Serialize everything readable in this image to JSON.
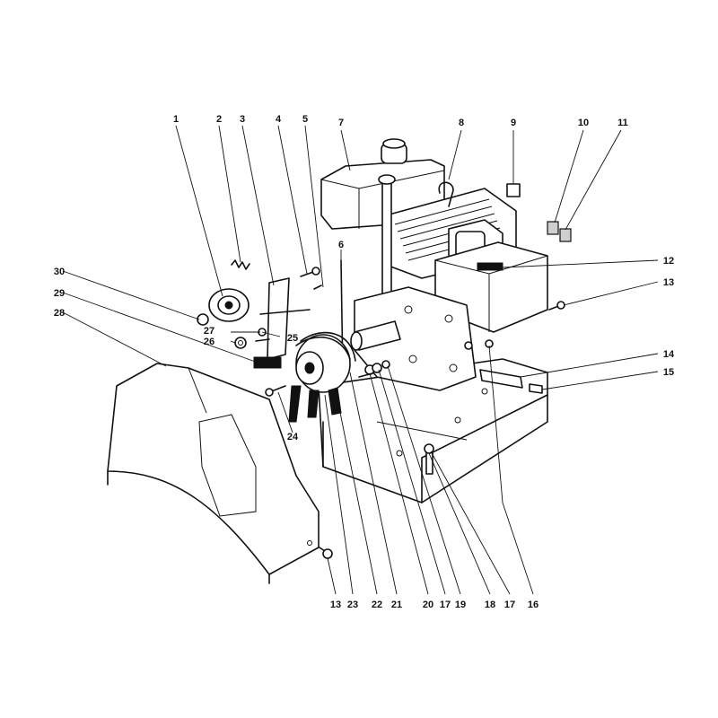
{
  "callouts": [
    {
      "id": "c1",
      "text": "1"
    },
    {
      "id": "c2",
      "text": "2"
    },
    {
      "id": "c3",
      "text": "3"
    },
    {
      "id": "c4",
      "text": "4"
    },
    {
      "id": "c5",
      "text": "5"
    },
    {
      "id": "c6",
      "text": "6"
    },
    {
      "id": "c7",
      "text": "7"
    },
    {
      "id": "c8",
      "text": "8"
    },
    {
      "id": "c9",
      "text": "9"
    },
    {
      "id": "c10",
      "text": "10"
    },
    {
      "id": "c11",
      "text": "11"
    },
    {
      "id": "c12",
      "text": "12"
    },
    {
      "id": "c13a",
      "text": "13"
    },
    {
      "id": "c14",
      "text": "14"
    },
    {
      "id": "c15",
      "text": "15"
    },
    {
      "id": "c16",
      "text": "16"
    },
    {
      "id": "c17a",
      "text": "17"
    },
    {
      "id": "c18",
      "text": "18"
    },
    {
      "id": "c19",
      "text": "19"
    },
    {
      "id": "c17b",
      "text": "17"
    },
    {
      "id": "c20",
      "text": "20"
    },
    {
      "id": "c21",
      "text": "21"
    },
    {
      "id": "c22",
      "text": "22"
    },
    {
      "id": "c23",
      "text": "23"
    },
    {
      "id": "c13b",
      "text": "13"
    },
    {
      "id": "c24",
      "text": "24"
    },
    {
      "id": "c25",
      "text": "25"
    },
    {
      "id": "c26",
      "text": "26"
    },
    {
      "id": "c27",
      "text": "27"
    },
    {
      "id": "c28",
      "text": "28"
    },
    {
      "id": "c29",
      "text": "29"
    },
    {
      "id": "c30",
      "text": "30"
    }
  ]
}
